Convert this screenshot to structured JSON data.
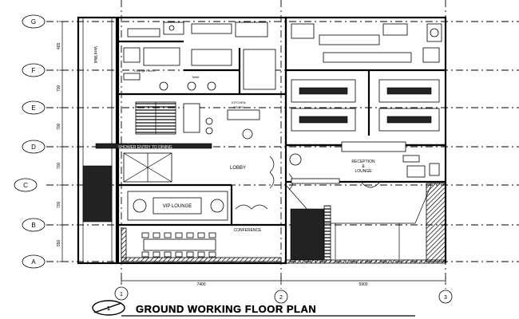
{
  "title": "GROUND WORKING FLOOR PLAN",
  "title_marker": "1",
  "grid_rows": [
    "G",
    "F",
    "E",
    "D",
    "C",
    "B",
    "A"
  ],
  "grid_cols": [
    "1",
    "2",
    "3"
  ],
  "row_dims": [
    "465",
    "700",
    "700",
    "700",
    "700",
    "550"
  ],
  "col_dims": [
    "7400",
    "5900"
  ],
  "rooms": {
    "lobby": "LOBBY",
    "reception_1": "RECEPTION",
    "reception_2": "&",
    "reception_3": "LOUNGE",
    "vip": "VIP LOUNGE",
    "conference": "CONFERENCE",
    "shower_entry": "SHOWER ENTRY TO DINING",
    "change_room": "Change Room",
    "toilet": "Toilet",
    "kitchen_1": "KITCHEN",
    "kitchen_2": "/ENTRY",
    "side_label": "Vent Wall"
  },
  "colors": {
    "ink": "#000000",
    "paper": "#ffffff"
  }
}
